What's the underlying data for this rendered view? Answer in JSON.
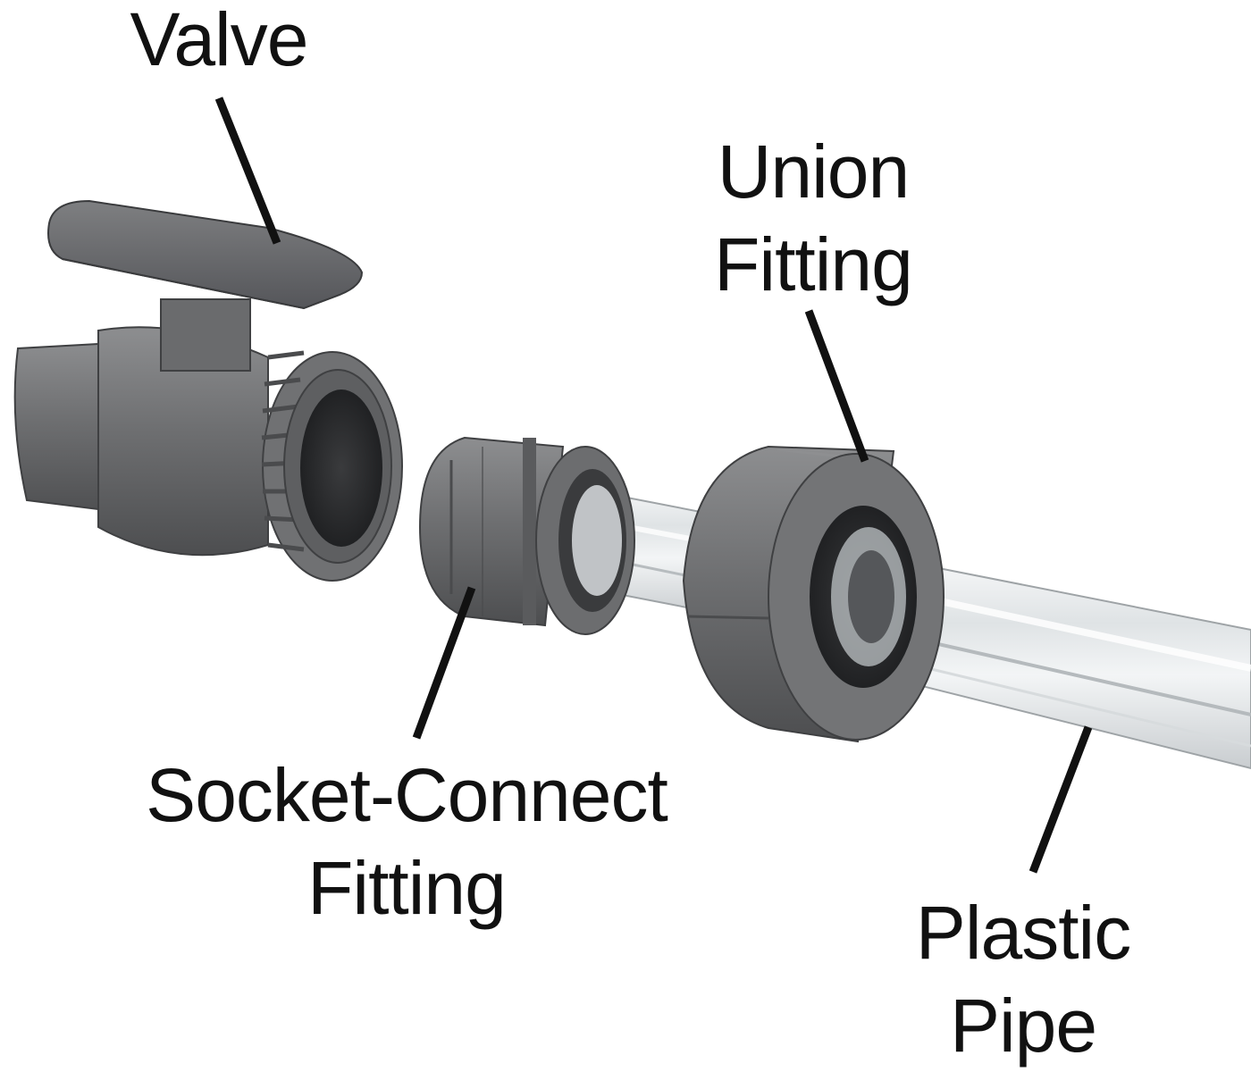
{
  "labels": {
    "valve": {
      "line1": "Valve"
    },
    "union_fitting": {
      "line1": "Union",
      "line2": "Fitting"
    },
    "socket_connect_fitting": {
      "line1": "Socket-Connect",
      "line2": "Fitting"
    },
    "plastic_pipe": {
      "line1": "Plastic",
      "line2": "Pipe"
    }
  },
  "colors": {
    "background": "#ffffff",
    "label_text": "#111111",
    "leader_line": "#111111",
    "fitting_gray": "#6f7072",
    "fitting_dark": "#4a4b4d",
    "fitting_light": "#9a9b9d",
    "pipe_clear": "#e9ecee"
  }
}
